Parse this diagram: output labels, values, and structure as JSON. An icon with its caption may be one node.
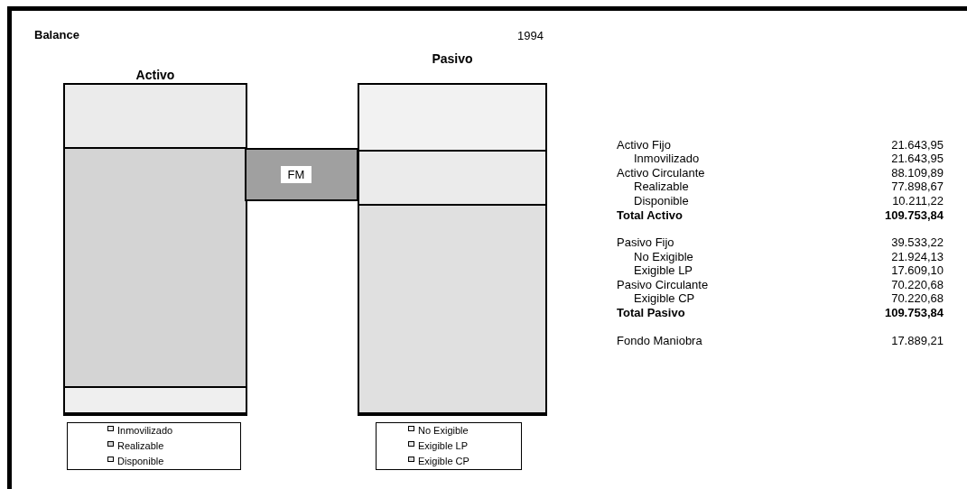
{
  "diagram": {
    "title": "Balance",
    "nodes": [
      {
        "text": [
          "Activo"
        ]
      },
      {
        "text": [],
        "shape": "box",
        "in": 0
      },
      {
        "text": [],
        "shape": "box",
        "in": 0
      },
      {
        "text": [],
        "shape": "box",
        "in": 0
      },
      {
        "text": [
          "FM"
        ]
      },
      {
        "text": [
          "Pasivo"
        ]
      },
      {
        "text": [],
        "shape": "box",
        "in": 5
      },
      {
        "text": [],
        "shape": "box",
        "in": 5
      },
      {
        "text": [],
        "shape": "box",
        "in": 5
      }
    ],
    "edges": [],
    "labels": [
      "1994",
      "Activo Fijo",
      "21.643,95",
      "Inmovilizado",
      "21.643,95",
      "Activo Circulante",
      "88.109,89",
      "Realizable",
      "77.898,67",
      "Disponible",
      "10.211,22",
      "Total Activo",
      "109.753,84",
      "Pasivo Fijo",
      "39.533,22",
      "No Exigible",
      "21.924,13",
      "Exigible LP",
      "17.609,10",
      "Pasivo Circulante",
      "70.220,68",
      "Exigible CP",
      "70.220,68",
      "Total Pasivo",
      "109.753,84",
      "Fondo Maniobra",
      "17.889,21"
    ],
    "legend": [
      {
        "text": "Inmovilizado",
        "color": "#ebebeb"
      },
      {
        "text": "Realizable",
        "color": "#d4d4d4"
      },
      {
        "text": "Disponible",
        "color": "#efefef"
      },
      {
        "text": "No Exigible",
        "color": "#f2f2f2"
      },
      {
        "text": "Exigible LP",
        "color": "#ebebeb"
      },
      {
        "text": "Exigible CP",
        "color": "#e0e0e0"
      }
    ]
  }
}
